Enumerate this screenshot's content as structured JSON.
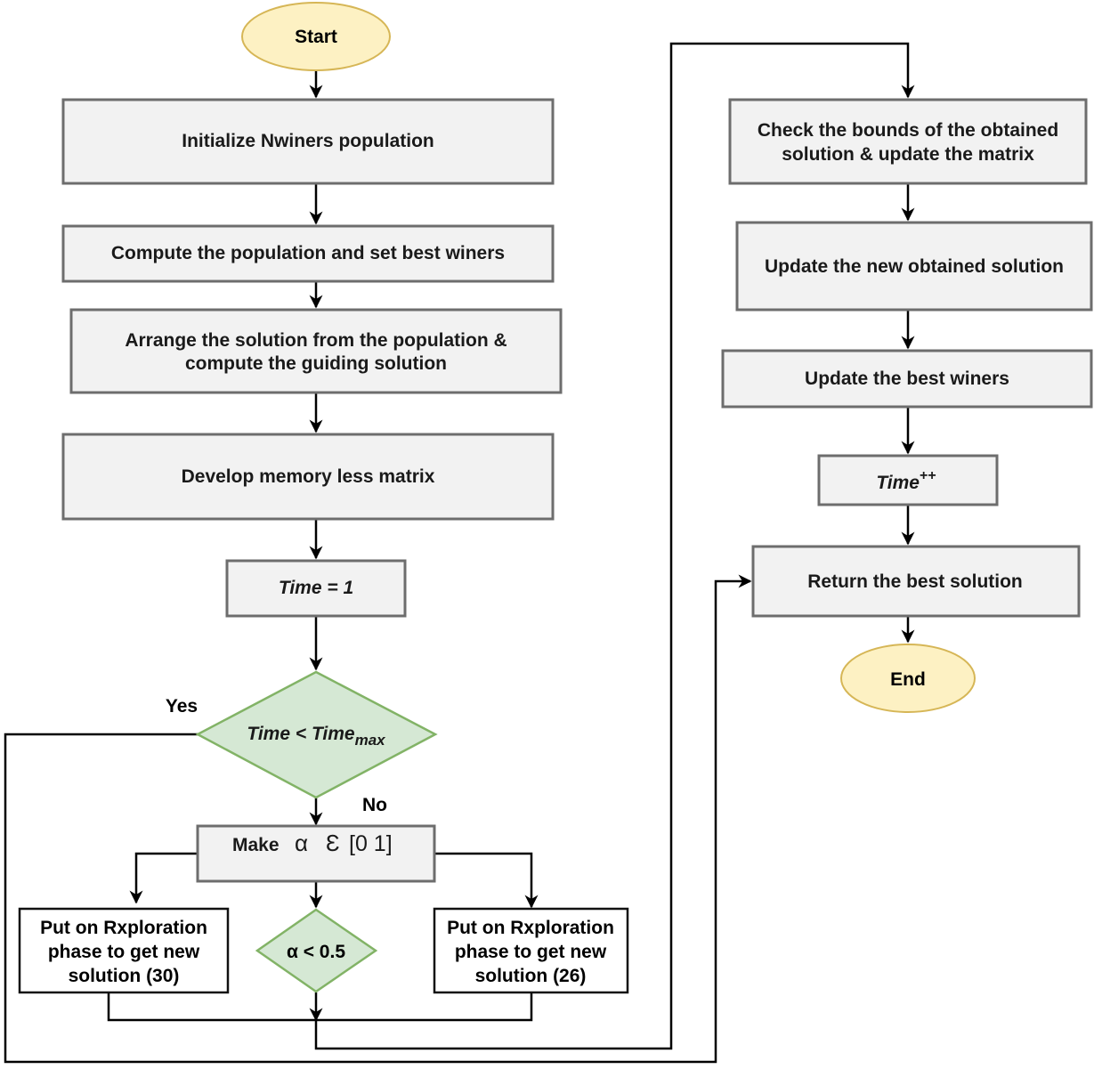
{
  "nodes": {
    "start": "Start",
    "init": "Initialize Nwiners population",
    "compute": "Compute the population and set best winers",
    "arrange_1": "Arrange the solution from the population &",
    "arrange_2": "compute the guiding solution",
    "develop": "Develop memory less matrix",
    "time_init": "Time = 1",
    "decision_main": "Time < Time",
    "decision_main_sub": "max",
    "make_prefix": "Make",
    "make_alpha": "α",
    "make_epsilon": "Ɛ",
    "make_range": "[0 1]",
    "alpha_decision": "α < 0.5",
    "left_phase_1": "Put on Rxploration",
    "left_phase_2": "phase to get new",
    "left_phase_3": "solution (30)",
    "right_phase_1": "Put on Rxploration",
    "right_phase_2": "phase to get new",
    "right_phase_3": "solution (26)",
    "check_1": "Check the bounds of the obtained",
    "check_2": "solution & update the matrix",
    "update_solution": "Update the new obtained solution",
    "update_best": "Update the best winers",
    "time_inc": "Time",
    "time_inc_sup": "++",
    "return_best": "Return the best solution",
    "end": "End"
  },
  "edge_labels": {
    "yes": "Yes",
    "no": "No"
  },
  "colors": {
    "terminal_fill": "#fdf1c3",
    "terminal_stroke": "#d6b656",
    "decision_fill": "#d5e8d4",
    "decision_stroke": "#82b366",
    "process_fill": "#f2f2f2",
    "process_stroke": "#6d6d6d"
  }
}
